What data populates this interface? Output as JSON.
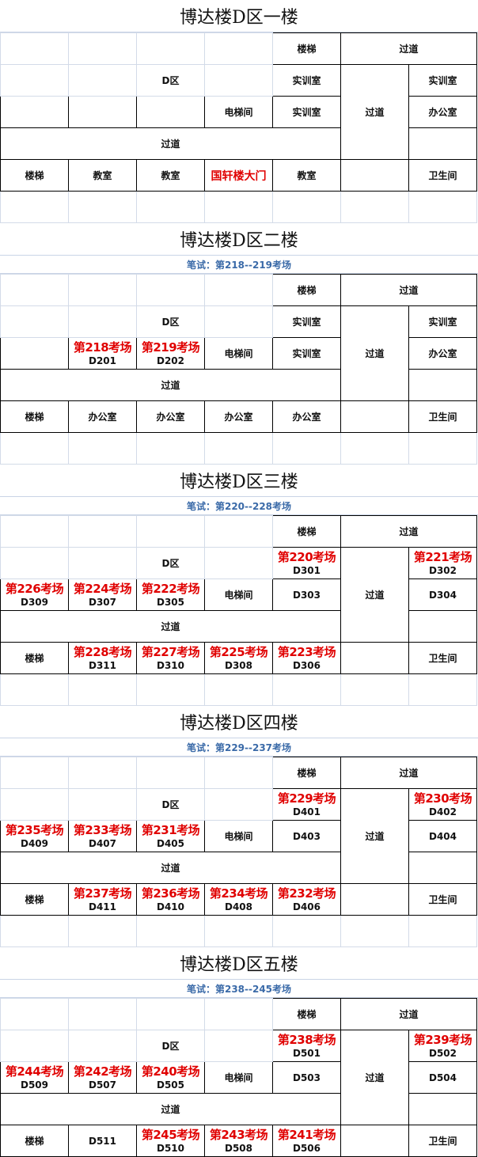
{
  "floor1": {
    "title": "博达楼D区一楼",
    "zone": "D区",
    "stairs": "楼梯",
    "corridor": "过道",
    "training_room": "实训室",
    "office": "办公室",
    "elevator": "电梯间",
    "classroom": "教室",
    "gate": "国轩楼大门",
    "restroom": "卫生间"
  },
  "floor2": {
    "title": "博达楼D区二楼",
    "subtitle": "笔试：第218--219考场",
    "zone": "D区",
    "stairs": "楼梯",
    "corridor": "过道",
    "training_room": "实训室",
    "office": "办公室",
    "elevator": "电梯间",
    "restroom": "卫生间",
    "rooms": {
      "d201": {
        "exam": "第218考场",
        "room": "D201"
      },
      "d202": {
        "exam": "第219考场",
        "room": "D202"
      }
    }
  },
  "floor3": {
    "title": "博达楼D区三楼",
    "subtitle": "笔试：第220--228考场",
    "zone": "D区",
    "stairs": "楼梯",
    "corridor": "过道",
    "elevator": "电梯间",
    "restroom": "卫生间",
    "rooms": {
      "r301": {
        "exam": "第220考场",
        "room": "D301"
      },
      "r302": {
        "exam": "第221考场",
        "room": "D302"
      },
      "r303": {
        "room": "D303"
      },
      "r304": {
        "room": "D304"
      },
      "r309": {
        "exam": "第226考场",
        "room": "D309"
      },
      "r307": {
        "exam": "第224考场",
        "room": "D307"
      },
      "r305": {
        "exam": "第222考场",
        "room": "D305"
      },
      "r311": {
        "exam": "第228考场",
        "room": "D311"
      },
      "r310": {
        "exam": "第227考场",
        "room": "D310"
      },
      "r308": {
        "exam": "第225考场",
        "room": "D308"
      },
      "r306": {
        "exam": "第223考场",
        "room": "D306"
      }
    }
  },
  "floor4": {
    "title": "博达楼D区四楼",
    "subtitle": "笔试：第229--237考场",
    "zone": "D区",
    "stairs": "楼梯",
    "corridor": "过道",
    "elevator": "电梯间",
    "restroom": "卫生间",
    "rooms": {
      "r401": {
        "exam": "第229考场",
        "room": "D401"
      },
      "r402": {
        "exam": "第230考场",
        "room": "D402"
      },
      "r403": {
        "room": "D403"
      },
      "r404": {
        "room": "D404"
      },
      "r409": {
        "exam": "第235考场",
        "room": "D409"
      },
      "r407": {
        "exam": "第233考场",
        "room": "D407"
      },
      "r405": {
        "exam": "第231考场",
        "room": "D405"
      },
      "r411": {
        "exam": "第237考场",
        "room": "D411"
      },
      "r410": {
        "exam": "第236考场",
        "room": "D410"
      },
      "r408": {
        "exam": "第234考场",
        "room": "D408"
      },
      "r406": {
        "exam": "第232考场",
        "room": "D406"
      }
    }
  },
  "floor5": {
    "title": "博达楼D区五楼",
    "subtitle": "笔试：第238--245考场",
    "zone": "D区",
    "stairs": "楼梯",
    "corridor": "过道",
    "elevator": "电梯间",
    "restroom": "卫生间",
    "rooms": {
      "r501": {
        "exam": "第238考场",
        "room": "D501"
      },
      "r502": {
        "exam": "第239考场",
        "room": "D502"
      },
      "r503": {
        "room": "D503"
      },
      "r504": {
        "room": "D504"
      },
      "r509": {
        "exam": "第244考场",
        "room": "D509"
      },
      "r507": {
        "exam": "第242考场",
        "room": "D507"
      },
      "r505": {
        "exam": "第240考场",
        "room": "D505"
      },
      "r511": {
        "room": "D511"
      },
      "r510": {
        "exam": "第245考场",
        "room": "D510"
      },
      "r508": {
        "exam": "第243考场",
        "room": "D508"
      },
      "r506": {
        "exam": "第241考场",
        "room": "D506"
      }
    }
  }
}
